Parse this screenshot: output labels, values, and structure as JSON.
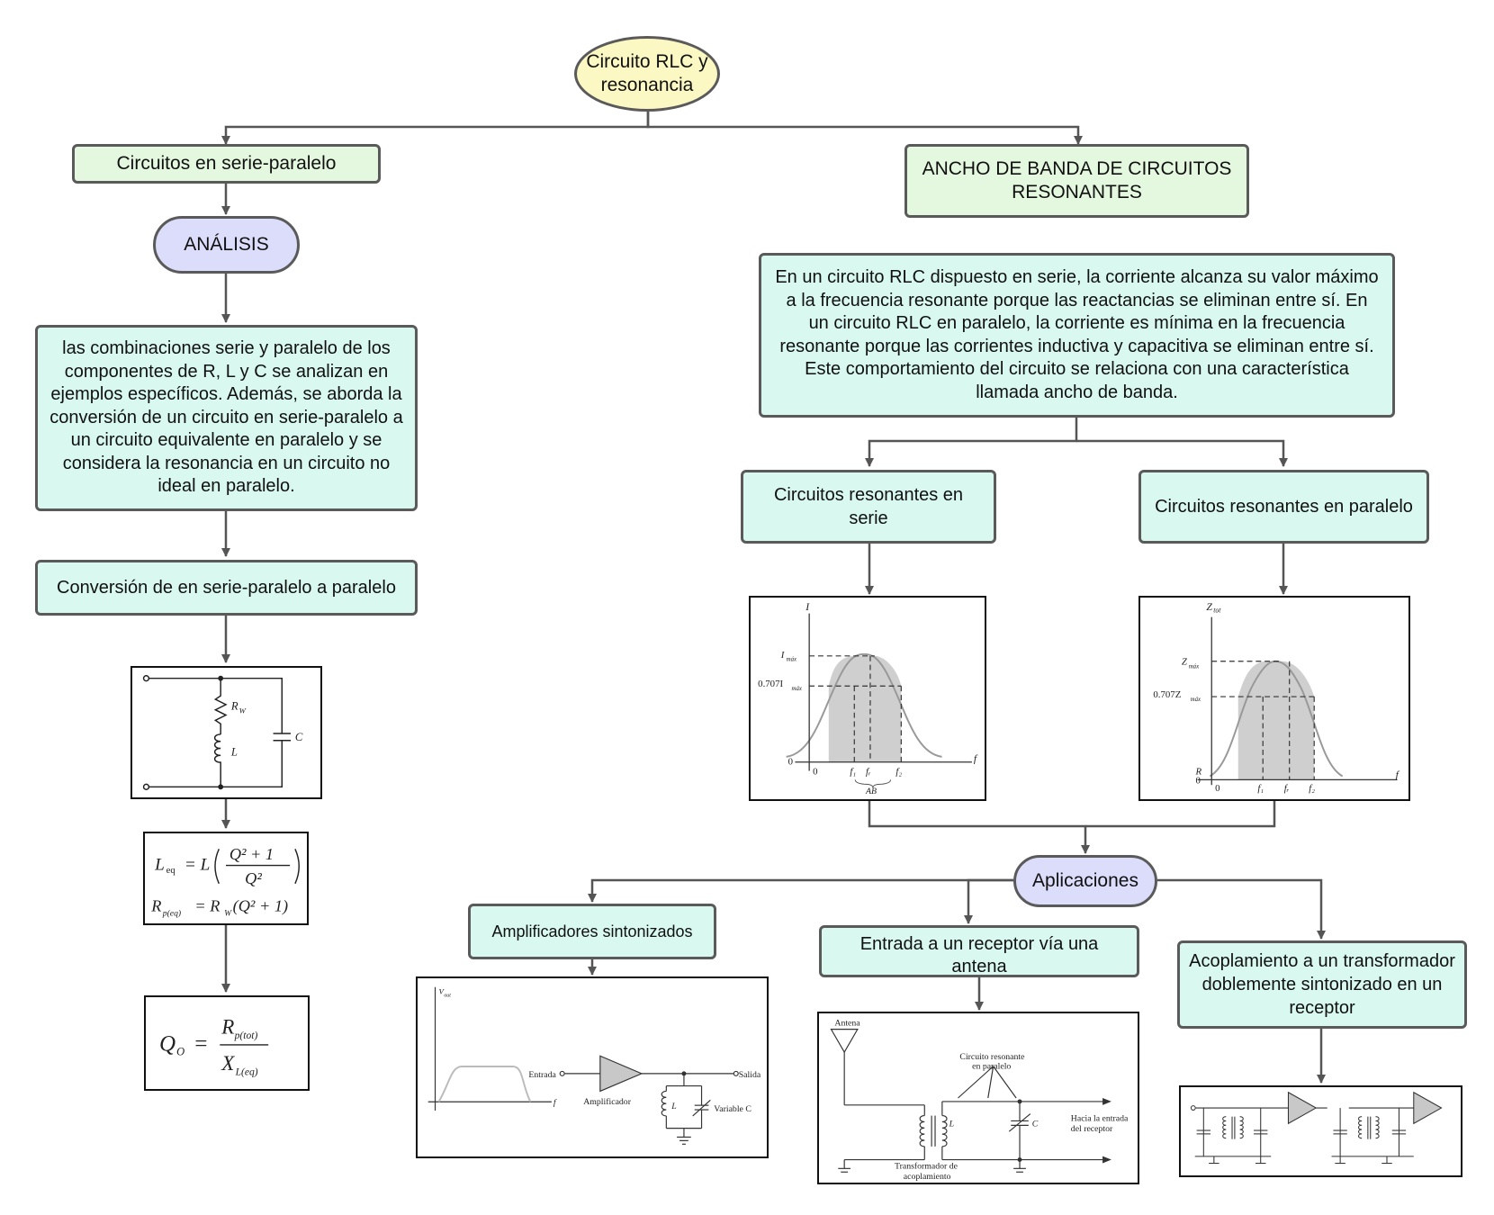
{
  "root": {
    "label": "Circuito RLC y resonancia"
  },
  "left": {
    "title": "Circuitos en serie-paralelo",
    "analysis": "ANÁLISIS",
    "description": "las combinaciones serie y paralelo de los componentes de R, L y C se analizan en ejemplos específicos. Además, se aborda la conversión de un circuito en serie-paralelo a un circuito equivalente en paralelo y se considera la resonancia en un circuito no ideal en paralelo.",
    "conversion": "Conversión de en serie-paralelo a paralelo",
    "circuit_labels": {
      "rw": "R",
      "rw_sub": "W",
      "l": "L",
      "c": "C"
    },
    "formula_leq": {
      "lhs": "L",
      "lhs_sub": "eq",
      "eq": "= L",
      "num": "Q² + 1",
      "den": "Q²"
    },
    "formula_rp": {
      "lhs": "R",
      "lhs_sub": "p(eq)",
      "rhs": "= R",
      "rhs_sub": "W",
      "tail": "(Q² + 1)"
    },
    "formula_q": {
      "lhs": "Q",
      "lhs_sub": "O",
      "num": "R",
      "num_sub": "p(tot)",
      "den": "X",
      "den_sub": "L(eq)"
    }
  },
  "right": {
    "title": "ANCHO DE BANDA DE CIRCUITOS RESONANTES",
    "description": "En un circuito RLC dispuesto en serie, la corriente alcanza su valor máximo a la frecuencia resonante porque las reactancias se eliminan entre sí. En un circuito RLC en paralelo, la corriente es mínima en la frecuencia resonante porque las corrientes inductiva y capacitiva se eliminan entre sí. Este comportamiento del circuito se relaciona con una característica llamada ancho de banda.",
    "series_title": "Circuitos resonantes en serie",
    "parallel_title": "Circuitos resonantes en paralelo",
    "series_graph": {
      "y_axis": "I",
      "max": "I",
      "max_sub": "máx",
      "p707": "0.707I",
      "p707_sub": "máx",
      "zero": "0",
      "origin": "0",
      "f1": "f₁",
      "fr": "fᵣ",
      "f2": "f₂",
      "f": "f",
      "bw": "AB"
    },
    "parallel_graph": {
      "y_axis": "Z",
      "y_sub": "tot",
      "max": "Z",
      "max_sub": "máx",
      "p707": "0.707Z",
      "p707_sub": "máx",
      "r": "R",
      "zero": "0",
      "origin": "0",
      "f1": "f₁",
      "fr": "fᵣ",
      "f2": "f₂",
      "f": "f"
    }
  },
  "applications": {
    "label": "Aplicaciones",
    "tuned_amp": "Amplificadores sintonizados",
    "antenna_input": "Entrada a un receptor vía una antena",
    "coupling": "Acoplamiento a un transformador doblemente sintonizado en un receptor",
    "amp_fig": {
      "vout": "V",
      "vout_sub": "out",
      "f": "f",
      "entrada": "Entrada",
      "amplificador": "Amplificador",
      "salida": "Salida",
      "l": "L",
      "varc": "Variable C"
    },
    "antenna_fig": {
      "antena": "Antena",
      "resonant": "Circuito resonante",
      "resonant2": "en paralelo",
      "l": "L",
      "c": "C",
      "hacia": "Hacia la entrada",
      "hacia2": "del receptor",
      "trafo": "Transformador de",
      "trafo2": "acoplamiento"
    }
  }
}
